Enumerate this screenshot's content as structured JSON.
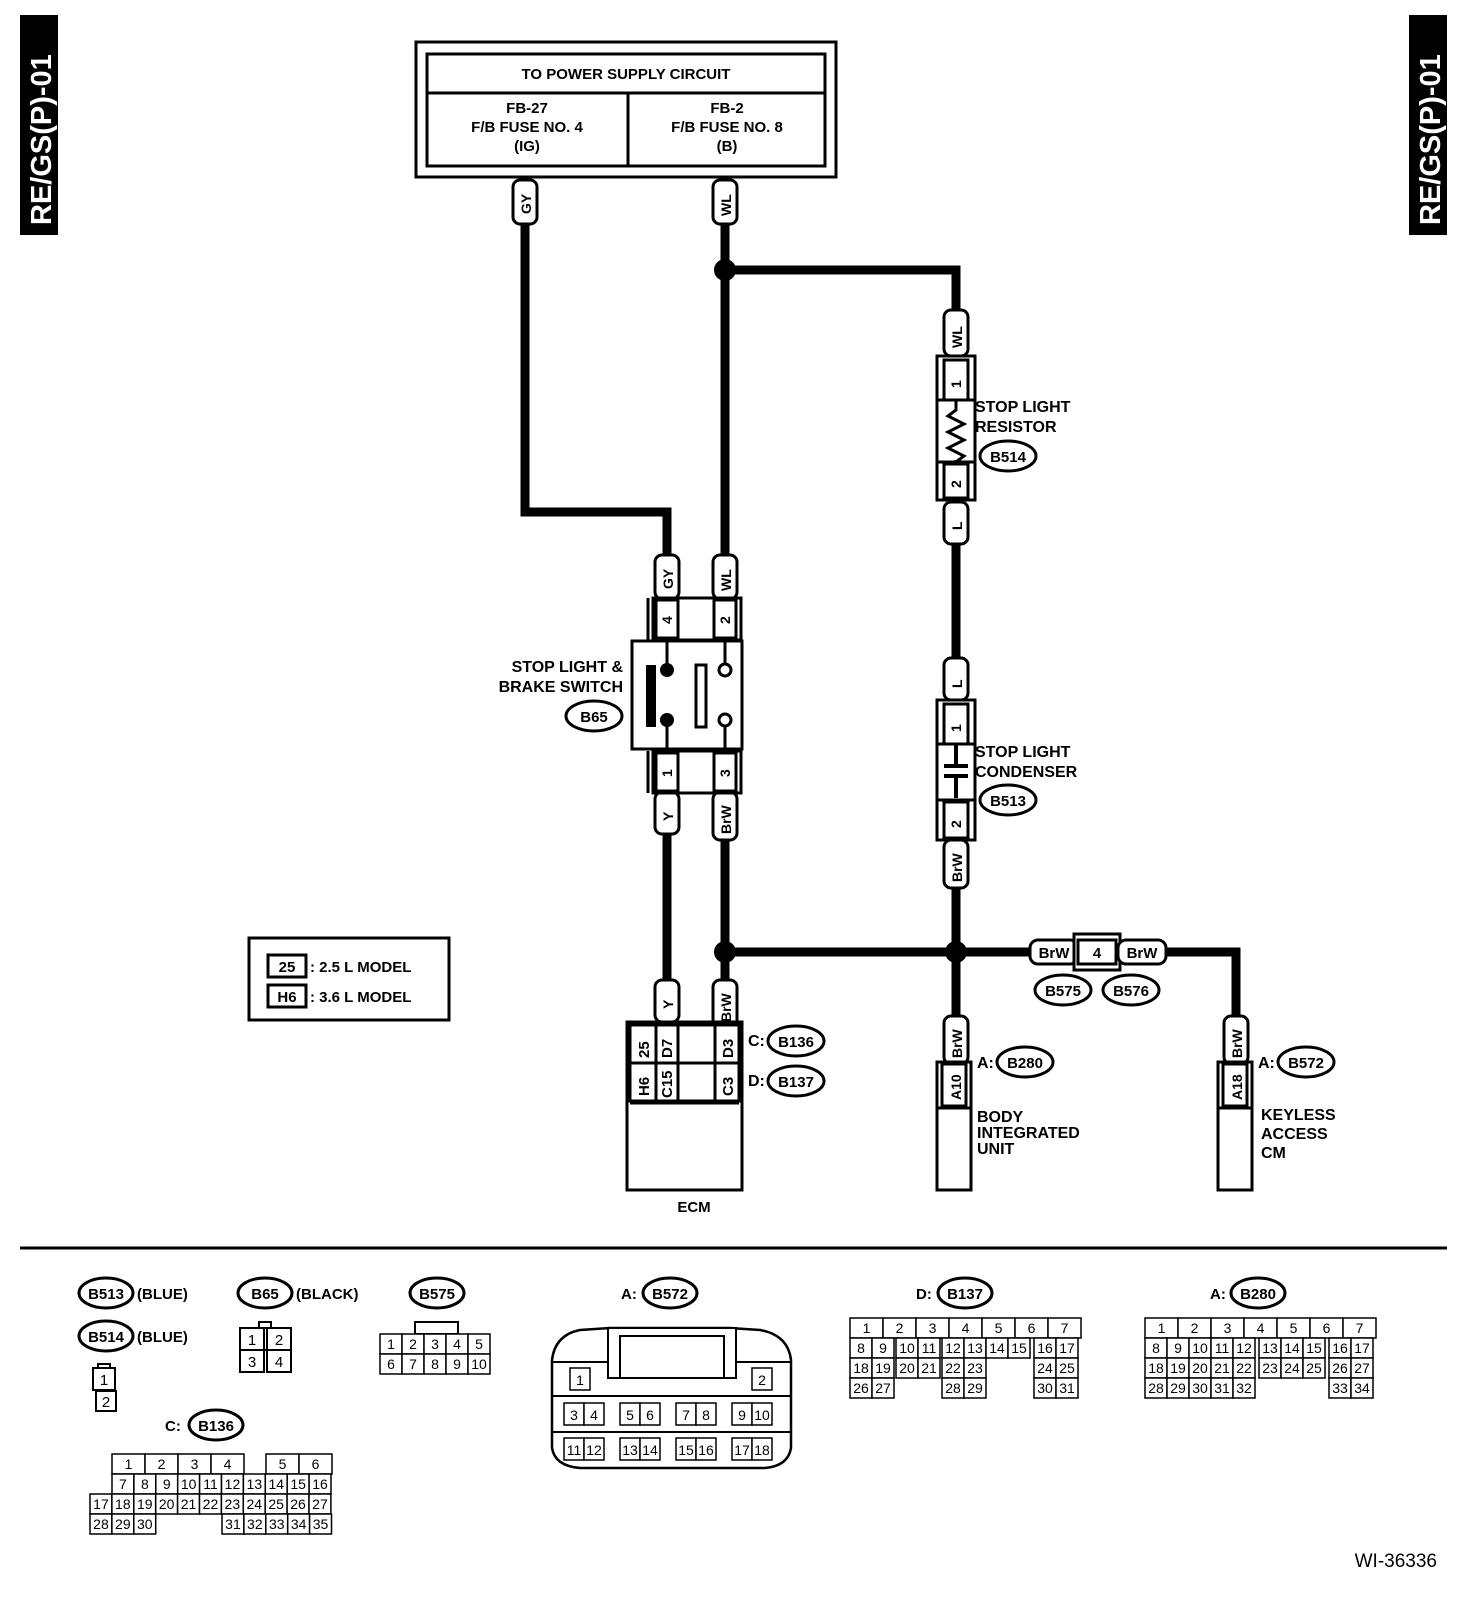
{
  "side_tab": {
    "left": "RE/GS(P)-01",
    "right": "RE/GS(P)-01"
  },
  "figure_id": "WI-36336",
  "power_supply": {
    "title": "TO POWER SUPPLY CIRCUIT",
    "left": {
      "line1": "FB-27",
      "line2": "F/B FUSE NO. 4",
      "line3": "(IG)"
    },
    "right": {
      "line1": "FB-2",
      "line2": "F/B FUSE NO. 8",
      "line3": "(B)"
    }
  },
  "wires": {
    "gy": "GY",
    "wl": "WL",
    "y": "Y",
    "brw": "BrW",
    "l": "L"
  },
  "stop_light_resistor": {
    "line1": "STOP LIGHT",
    "line2": "RESISTOR",
    "code": "B514",
    "pin_top": "1",
    "pin_bottom": "2"
  },
  "stop_light_condenser": {
    "line1": "STOP LIGHT",
    "line2": "CONDENSER",
    "code": "B513",
    "pin_top": "1",
    "pin_bottom": "2"
  },
  "brake_switch": {
    "line1": "STOP LIGHT &",
    "line2": "BRAKE SWITCH",
    "code": "B65",
    "pins_top": [
      "4",
      "2"
    ],
    "pins_bottom": [
      "1",
      "3"
    ]
  },
  "legend": {
    "rows": [
      {
        "tag": "25",
        "text": ": 2.5 L MODEL"
      },
      {
        "tag": "H6",
        "text": ": 3.6 L MODEL"
      }
    ]
  },
  "ecm": {
    "label": "ECM",
    "row1": [
      "25",
      "D7",
      "D3"
    ],
    "row2": [
      "H6",
      "C15",
      "C3"
    ],
    "conn_c": {
      "prefix": "C:",
      "code": "B136"
    },
    "conn_d": {
      "prefix": "D:",
      "code": "B137"
    }
  },
  "joint": {
    "pin": "4",
    "left_code": "B575",
    "right_code": "B576"
  },
  "body_unit": {
    "pin": "A10",
    "prefix": "A:",
    "code": "B280",
    "line1": "BODY",
    "line2": "INTEGRATED",
    "line3": "UNIT"
  },
  "keyless": {
    "pin": "A18",
    "prefix": "A:",
    "code": "B572",
    "line1": "KEYLESS",
    "line2": "ACCESS",
    "line3": "CM"
  },
  "connector_views": {
    "b513": {
      "code": "B513",
      "color": "(BLUE)"
    },
    "b514": {
      "code": "B514",
      "color": "(BLUE)",
      "pins": [
        "1",
        "2"
      ]
    },
    "b65": {
      "code": "B65",
      "color": "(BLACK)",
      "pins": [
        "1",
        "2",
        "3",
        "4"
      ]
    },
    "b575": {
      "code": "B575",
      "pins": [
        "1",
        "2",
        "3",
        "4",
        "5",
        "6",
        "7",
        "8",
        "9",
        "10"
      ]
    },
    "b136": {
      "prefix": "C:",
      "code": "B136",
      "rows": [
        [
          "1",
          "2",
          "3",
          "4",
          "",
          "5",
          "6"
        ],
        [
          "7",
          "8",
          "9",
          "10",
          "11",
          "12",
          "13",
          "14",
          "15",
          "16"
        ],
        [
          "17",
          "18",
          "19",
          "20",
          "21",
          "22",
          "23",
          "24",
          "25",
          "26",
          "27"
        ],
        [
          "28",
          "29",
          "30",
          "31",
          "32",
          "33",
          "34",
          "35"
        ]
      ]
    },
    "b572": {
      "prefix": "A:",
      "code": "B572",
      "rows": [
        [
          "1",
          "2"
        ],
        [
          "3",
          "4",
          "5",
          "6",
          "7",
          "8",
          "9",
          "10"
        ],
        [
          "11",
          "12",
          "13",
          "14",
          "15",
          "16",
          "17",
          "18"
        ]
      ]
    },
    "b137": {
      "prefix": "D:",
      "code": "B137",
      "rows": [
        [
          "1",
          "2",
          "3",
          "4",
          "5",
          "6",
          "7"
        ],
        [
          "8",
          "9",
          "10",
          "11",
          "12",
          "13",
          "14",
          "15",
          "16",
          "17"
        ],
        [
          "18",
          "19",
          "20",
          "21",
          "22",
          "23",
          "24",
          "25"
        ],
        [
          "26",
          "27",
          "28",
          "29",
          "30",
          "31"
        ]
      ]
    },
    "b280": {
      "prefix": "A:",
      "code": "B280",
      "rows": [
        [
          "1",
          "2",
          "3",
          "4",
          "5",
          "6",
          "7"
        ],
        [
          "8",
          "9",
          "10",
          "11",
          "12",
          "13",
          "14",
          "15",
          "16",
          "17"
        ],
        [
          "18",
          "19",
          "20",
          "21",
          "22",
          "23",
          "24",
          "25",
          "26",
          "27"
        ],
        [
          "28",
          "29",
          "30",
          "31",
          "32",
          "33",
          "34"
        ]
      ]
    }
  }
}
